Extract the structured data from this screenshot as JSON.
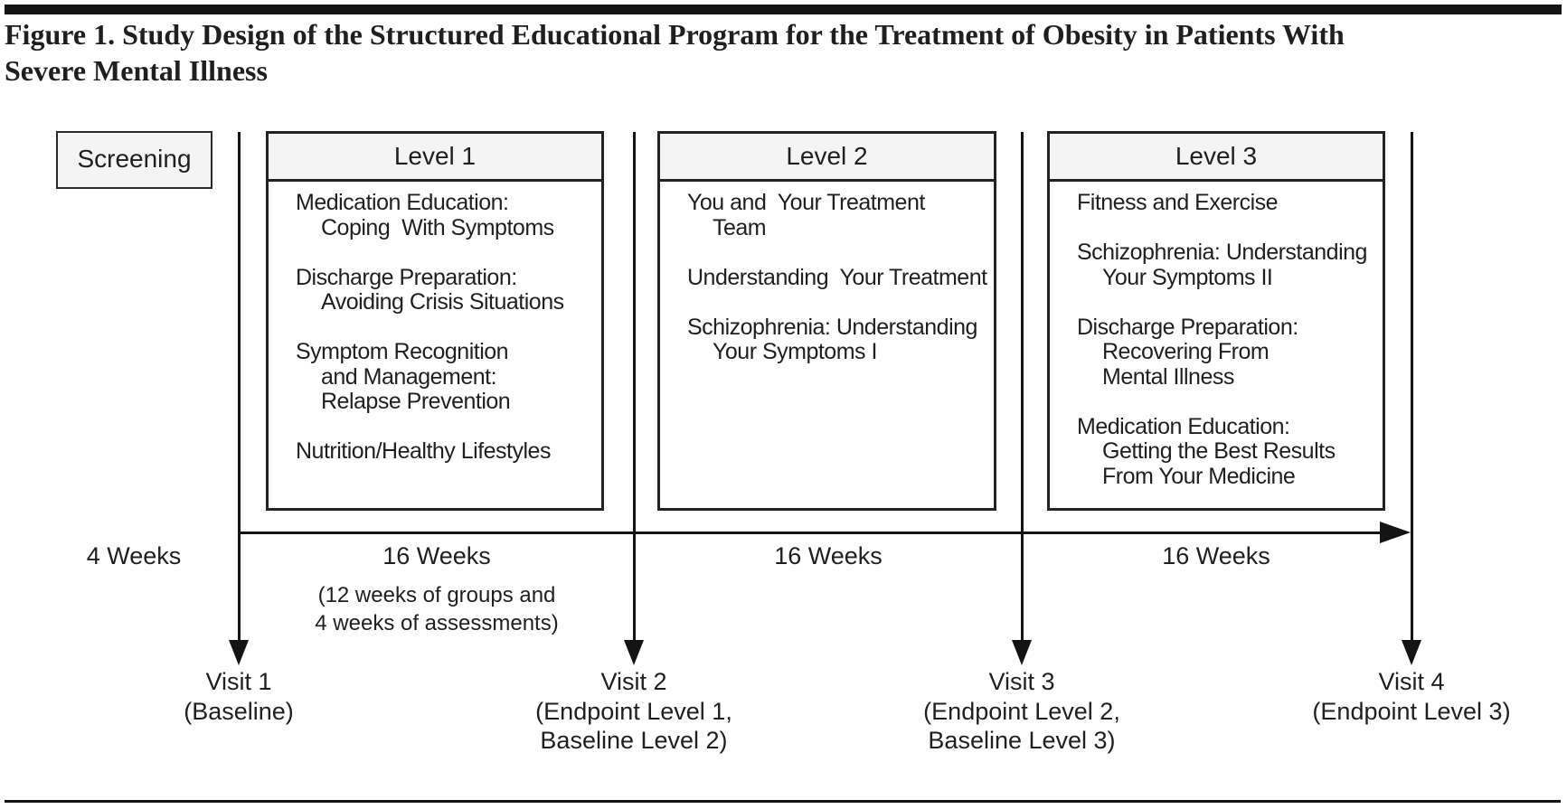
{
  "colors": {
    "ink": "#1f1f21",
    "rule": "#141414",
    "box_fill": "#f4f4f4"
  },
  "figure_title": {
    "line1": "Figure 1. Study Design of the Structured Educational Program for the Treatment of Obesity in Patients With",
    "line2": "Severe Mental Illness"
  },
  "screening_box": {
    "label": "Screening"
  },
  "levels": [
    {
      "header": "Level 1",
      "items": [
        {
          "lines": [
            "Medication Education:",
            "Coping  With Symptoms"
          ]
        },
        {
          "lines": [
            "Discharge Preparation:",
            "Avoiding Crisis Situations"
          ]
        },
        {
          "lines": [
            "Symptom Recognition",
            "and Management:",
            "Relapse Prevention"
          ]
        },
        {
          "lines": [
            "Nutrition/Healthy Lifestyles"
          ]
        }
      ]
    },
    {
      "header": "Level 2",
      "items": [
        {
          "lines": [
            "You and  Your Treatment",
            "Team"
          ]
        },
        {
          "lines": [
            "Understanding  Your Treatment"
          ]
        },
        {
          "lines": [
            "Schizophrenia: Understanding",
            "Your Symptoms I"
          ]
        }
      ]
    },
    {
      "header": "Level 3",
      "items": [
        {
          "lines": [
            "Fitness and Exercise"
          ]
        },
        {
          "lines": [
            "Schizophrenia: Understanding",
            "Your Symptoms II"
          ]
        },
        {
          "lines": [
            "Discharge Preparation:",
            "Recovering From",
            "Mental Illness"
          ]
        },
        {
          "lines": [
            "Medication Education:",
            "Getting the Best Results",
            "From Your Medicine"
          ]
        }
      ]
    }
  ],
  "timeline": {
    "segment_labels": [
      {
        "duration": "4 Weeks"
      },
      {
        "duration": "16 Weeks",
        "detail_lines": [
          "(12 weeks of groups and",
          "4 weeks of assessments)"
        ]
      },
      {
        "duration": "16 Weeks"
      },
      {
        "duration": "16 Weeks"
      }
    ]
  },
  "visits": [
    {
      "lines": [
        "Visit 1",
        "(Baseline)"
      ]
    },
    {
      "lines": [
        "Visit 2",
        "(Endpoint Level 1,",
        "Baseline Level 2)"
      ]
    },
    {
      "lines": [
        "Visit 3",
        "(Endpoint Level 2,",
        "Baseline Level 3)"
      ]
    },
    {
      "lines": [
        "Visit 4",
        "(Endpoint Level 3)"
      ]
    }
  ]
}
